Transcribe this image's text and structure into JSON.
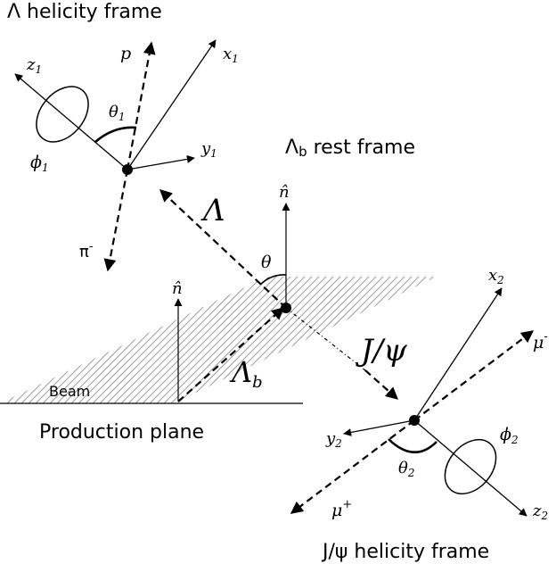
{
  "frames": {
    "lambda_title": "Λ helicity frame",
    "lambdab_title": "Λ",
    "lambdab_title_sub": "b",
    "lambdab_title_rest": " rest frame",
    "jpsi_title": "J/ψ helicity frame",
    "production_plane": "Production plane",
    "beam": "Beam"
  },
  "lambda_frame": {
    "p": "p",
    "x1": "x",
    "x1_sub": "1",
    "y1": "y",
    "y1_sub": "1",
    "z1": "z",
    "z1_sub": "1",
    "theta1": "θ",
    "theta1_sub": "1",
    "phi1": "ϕ",
    "phi1_sub": "1",
    "pi_minus": "π",
    "pi_minus_sup": "-"
  },
  "lambdab_frame": {
    "lambda": "Λ",
    "n_hat": "n̂",
    "theta": "θ",
    "jpsi": "J/ψ",
    "lambdab": "Λ",
    "lambdab_sub": "b",
    "n_hat_plane": "n̂"
  },
  "jpsi_frame": {
    "x2": "x",
    "x2_sub": "2",
    "y2": "y",
    "y2_sub": "2",
    "z2": "z",
    "z2_sub": "2",
    "theta2": "θ",
    "theta2_sub": "2",
    "phi2": "ϕ",
    "phi2_sub": "2",
    "mu_minus": "μ",
    "mu_minus_sup": "-",
    "mu_plus": "μ",
    "mu_plus_sup": "+"
  },
  "colors": {
    "ink": "#000000",
    "hatch": "#9a9a9a",
    "background": "#ffffff"
  }
}
